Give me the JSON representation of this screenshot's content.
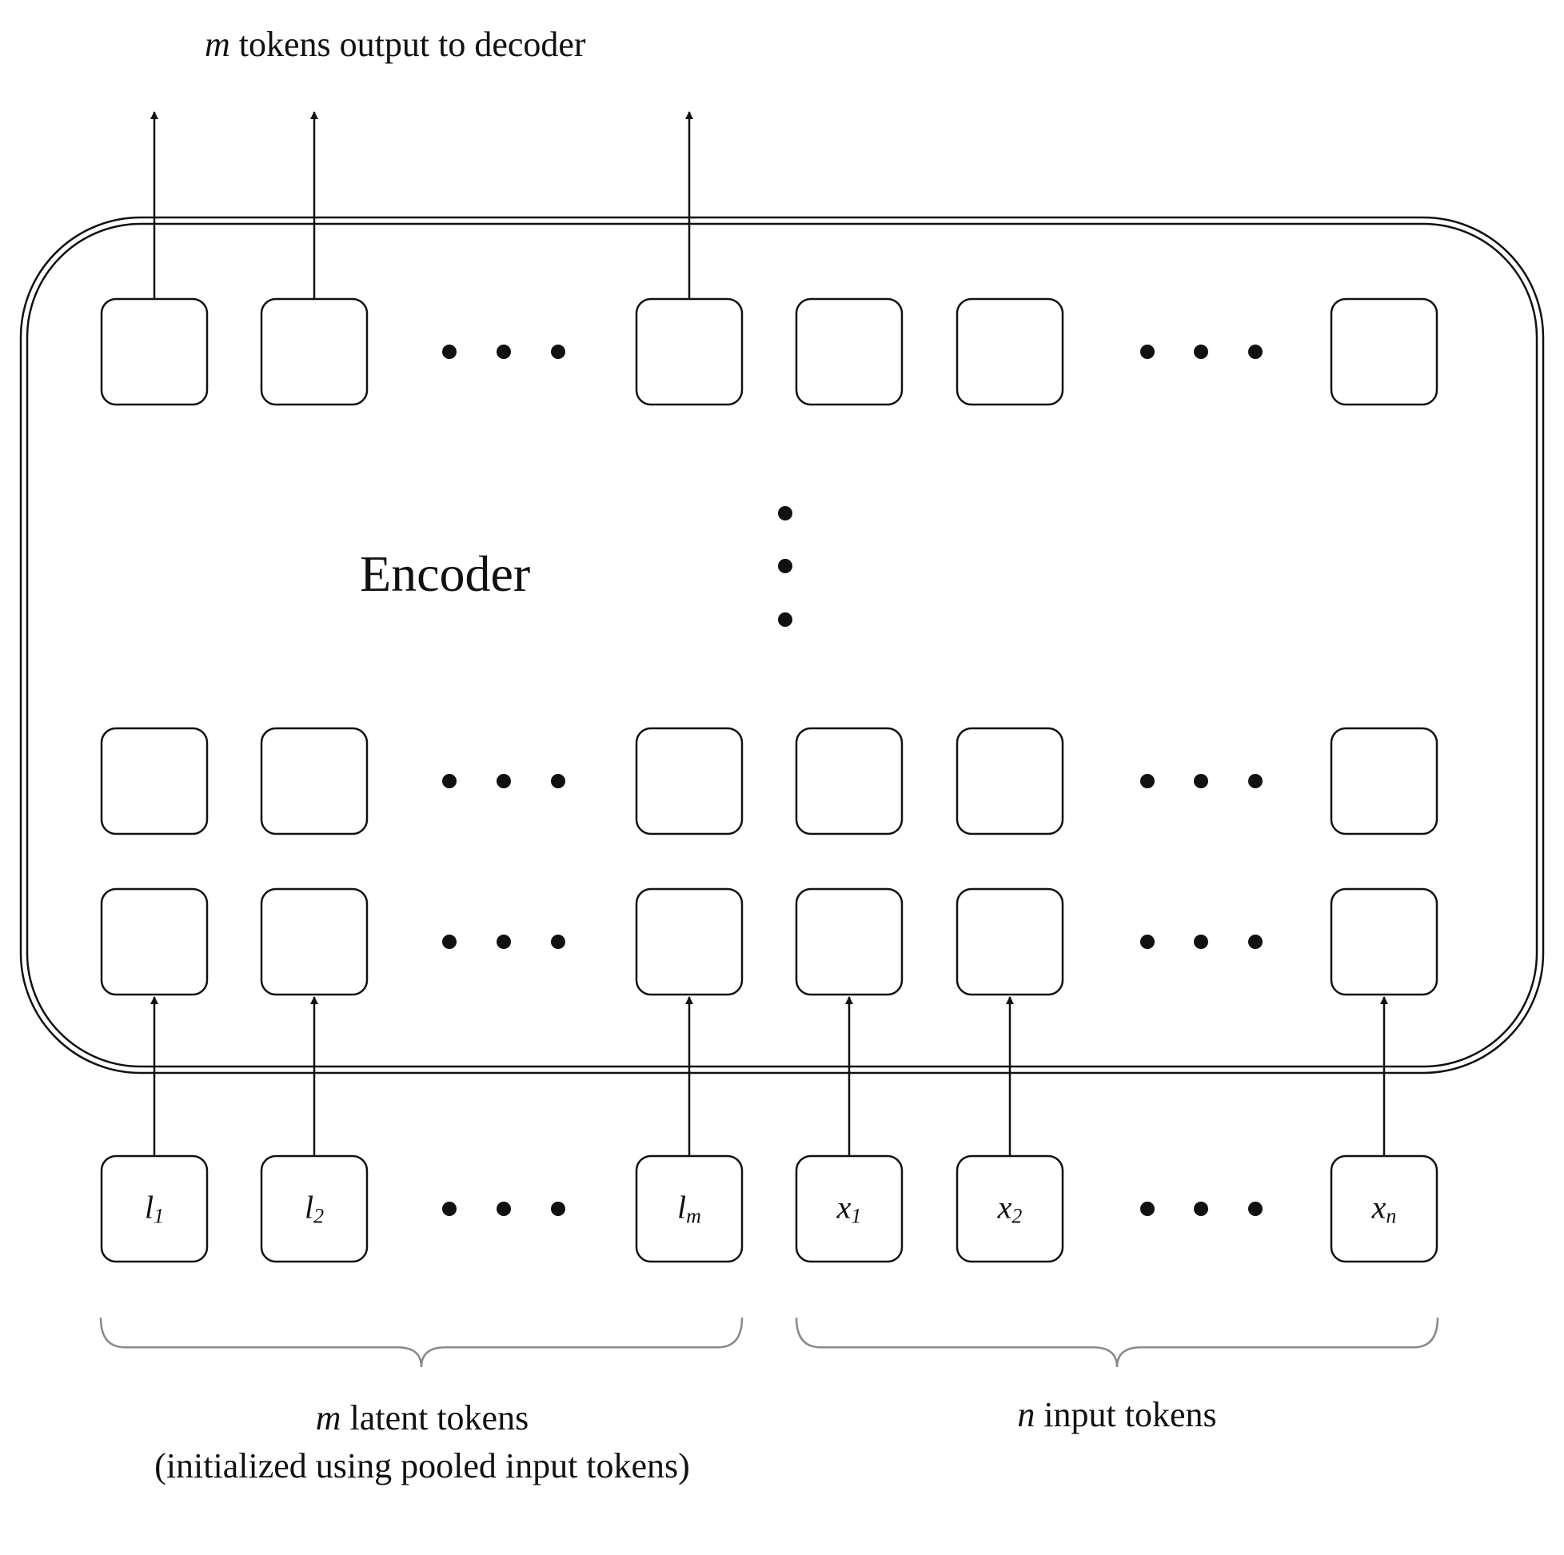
{
  "title": {
    "var": "m",
    "text": " tokens output to decoder"
  },
  "encoder_label": "Encoder",
  "latent_tokens": [
    {
      "base": "l",
      "sub": "1"
    },
    {
      "base": "l",
      "sub": "2"
    },
    {
      "base": "l",
      "sub": "m"
    }
  ],
  "input_tokens": [
    {
      "base": "x",
      "sub": "1"
    },
    {
      "base": "x",
      "sub": "2"
    },
    {
      "base": "x",
      "sub": "n"
    }
  ],
  "latent_caption": {
    "var": "m",
    "line1": " latent tokens",
    "line2": "(initialized using pooled input tokens)"
  },
  "input_caption": {
    "var": "n",
    "line1": " input tokens"
  },
  "colors": {
    "stroke": "#111111",
    "brace": "#8a8a8a",
    "background": "#ffffff"
  }
}
